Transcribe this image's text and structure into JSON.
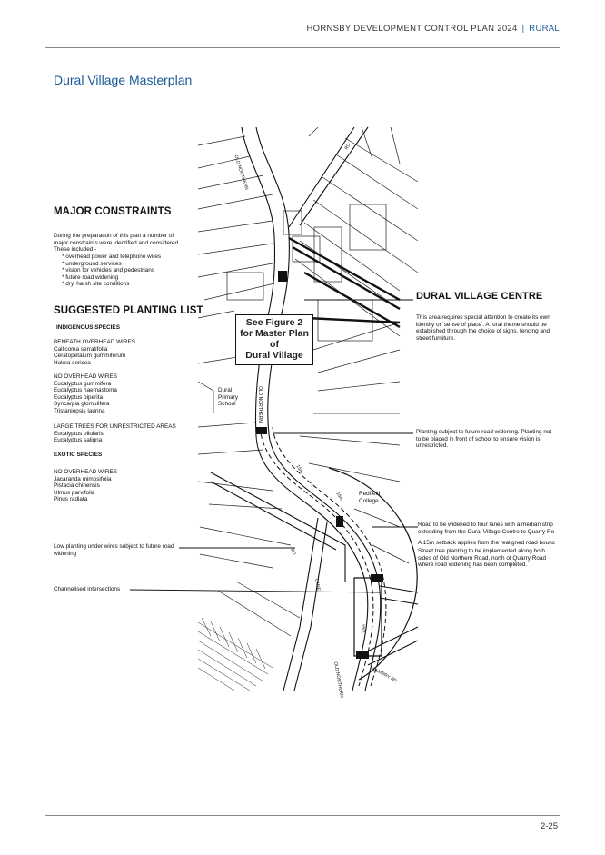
{
  "header": {
    "title": "HORNSBY DEVELOPMENT CONTROL PLAN 2024",
    "separator": "|",
    "section": "RURAL"
  },
  "page": {
    "title": "Dural Village Masterplan",
    "number": "2-25"
  },
  "constraints": {
    "heading": "MAJOR CONSTRAINTS",
    "intro": "During the preparation of this plan a number of major constraints were identified and considered. These included:-",
    "items": [
      "* overhead power and telephone wires",
      "* underground services",
      "* vision for vehicles and pedestrians",
      "* future road widening",
      "* dry, harsh site conditions"
    ]
  },
  "planting": {
    "heading": "SUGGESTED PLANTING LIST",
    "indigenous_heading": "INDIGENOUS SPECIES",
    "beneath_heading": "BENEATH OVERHEAD WIRES",
    "beneath": [
      "Callicoma serratifolia",
      "Ceratopetalum gummiferum",
      "Hakea sericea"
    ],
    "no_wires_heading": "NO OVERHEAD WIRES",
    "no_wires": [
      "Eucalyptus gummifera",
      "Eucalyptus haemastoma",
      "Eucalyptus piperita",
      "Syncarpia glomulifera",
      "Tristaniopsis laurina"
    ],
    "large_heading": "LARGE TREES FOR UNRESTRICTED AREAS",
    "large": [
      "Eucalyptus pilularis",
      "Eucalyptus saligna"
    ],
    "exotic_heading": "EXOTIC SPECIES",
    "exotic_no_wires_heading": "NO OVERHEAD WIRES",
    "exotic": [
      "Jacaranda mimosifolia",
      "Pistacia chinensis",
      "Ulmus parvifolia",
      "Pinus radiata"
    ]
  },
  "notes": {
    "low_planting": "Low planting under wires subject to future road widening",
    "channelised": "Channelised intersections",
    "centre_heading": "DURAL VILLAGE CENTRE",
    "centre_text": "This area requires special attention to create its own identity or 'sense of place'. A rural theme should be established through the choice of signs, fencing and street furniture.",
    "school_planting": "Planting subject to future road widening. Planting not to be placed in front of school to ensure vision is unrestricted.",
    "widening": "Road to be widened to four lanes with a median strip extending from the Dural Village Centre to Quarry Ro",
    "setback": "A 15m setback applies from the realigned road bounc",
    "street_trees": "Street tree planting to be implemented along both sides of Old Northern Road, north of Quarry Road where road widening has been completed."
  },
  "figure_box": [
    "See Figure 2",
    "for Master Plan",
    "of",
    "Dural Village"
  ],
  "map_labels": {
    "school": [
      "Dural",
      "Primary",
      "School"
    ],
    "college": [
      "Redfield",
      "College"
    ],
    "old_northern_top": "OLD NORTHERN",
    "rd_top": "RD",
    "old_northern_mid": "OLD NORTHERN",
    "road_15m_a": "15m",
    "road_15m_b": "15m",
    "road_15m_c": "15m",
    "rd_mid": "RD",
    "lane": "LANE",
    "quarry_rd": "QUARRY RD",
    "old_northern_bottom": "OLD NORTHERN"
  }
}
